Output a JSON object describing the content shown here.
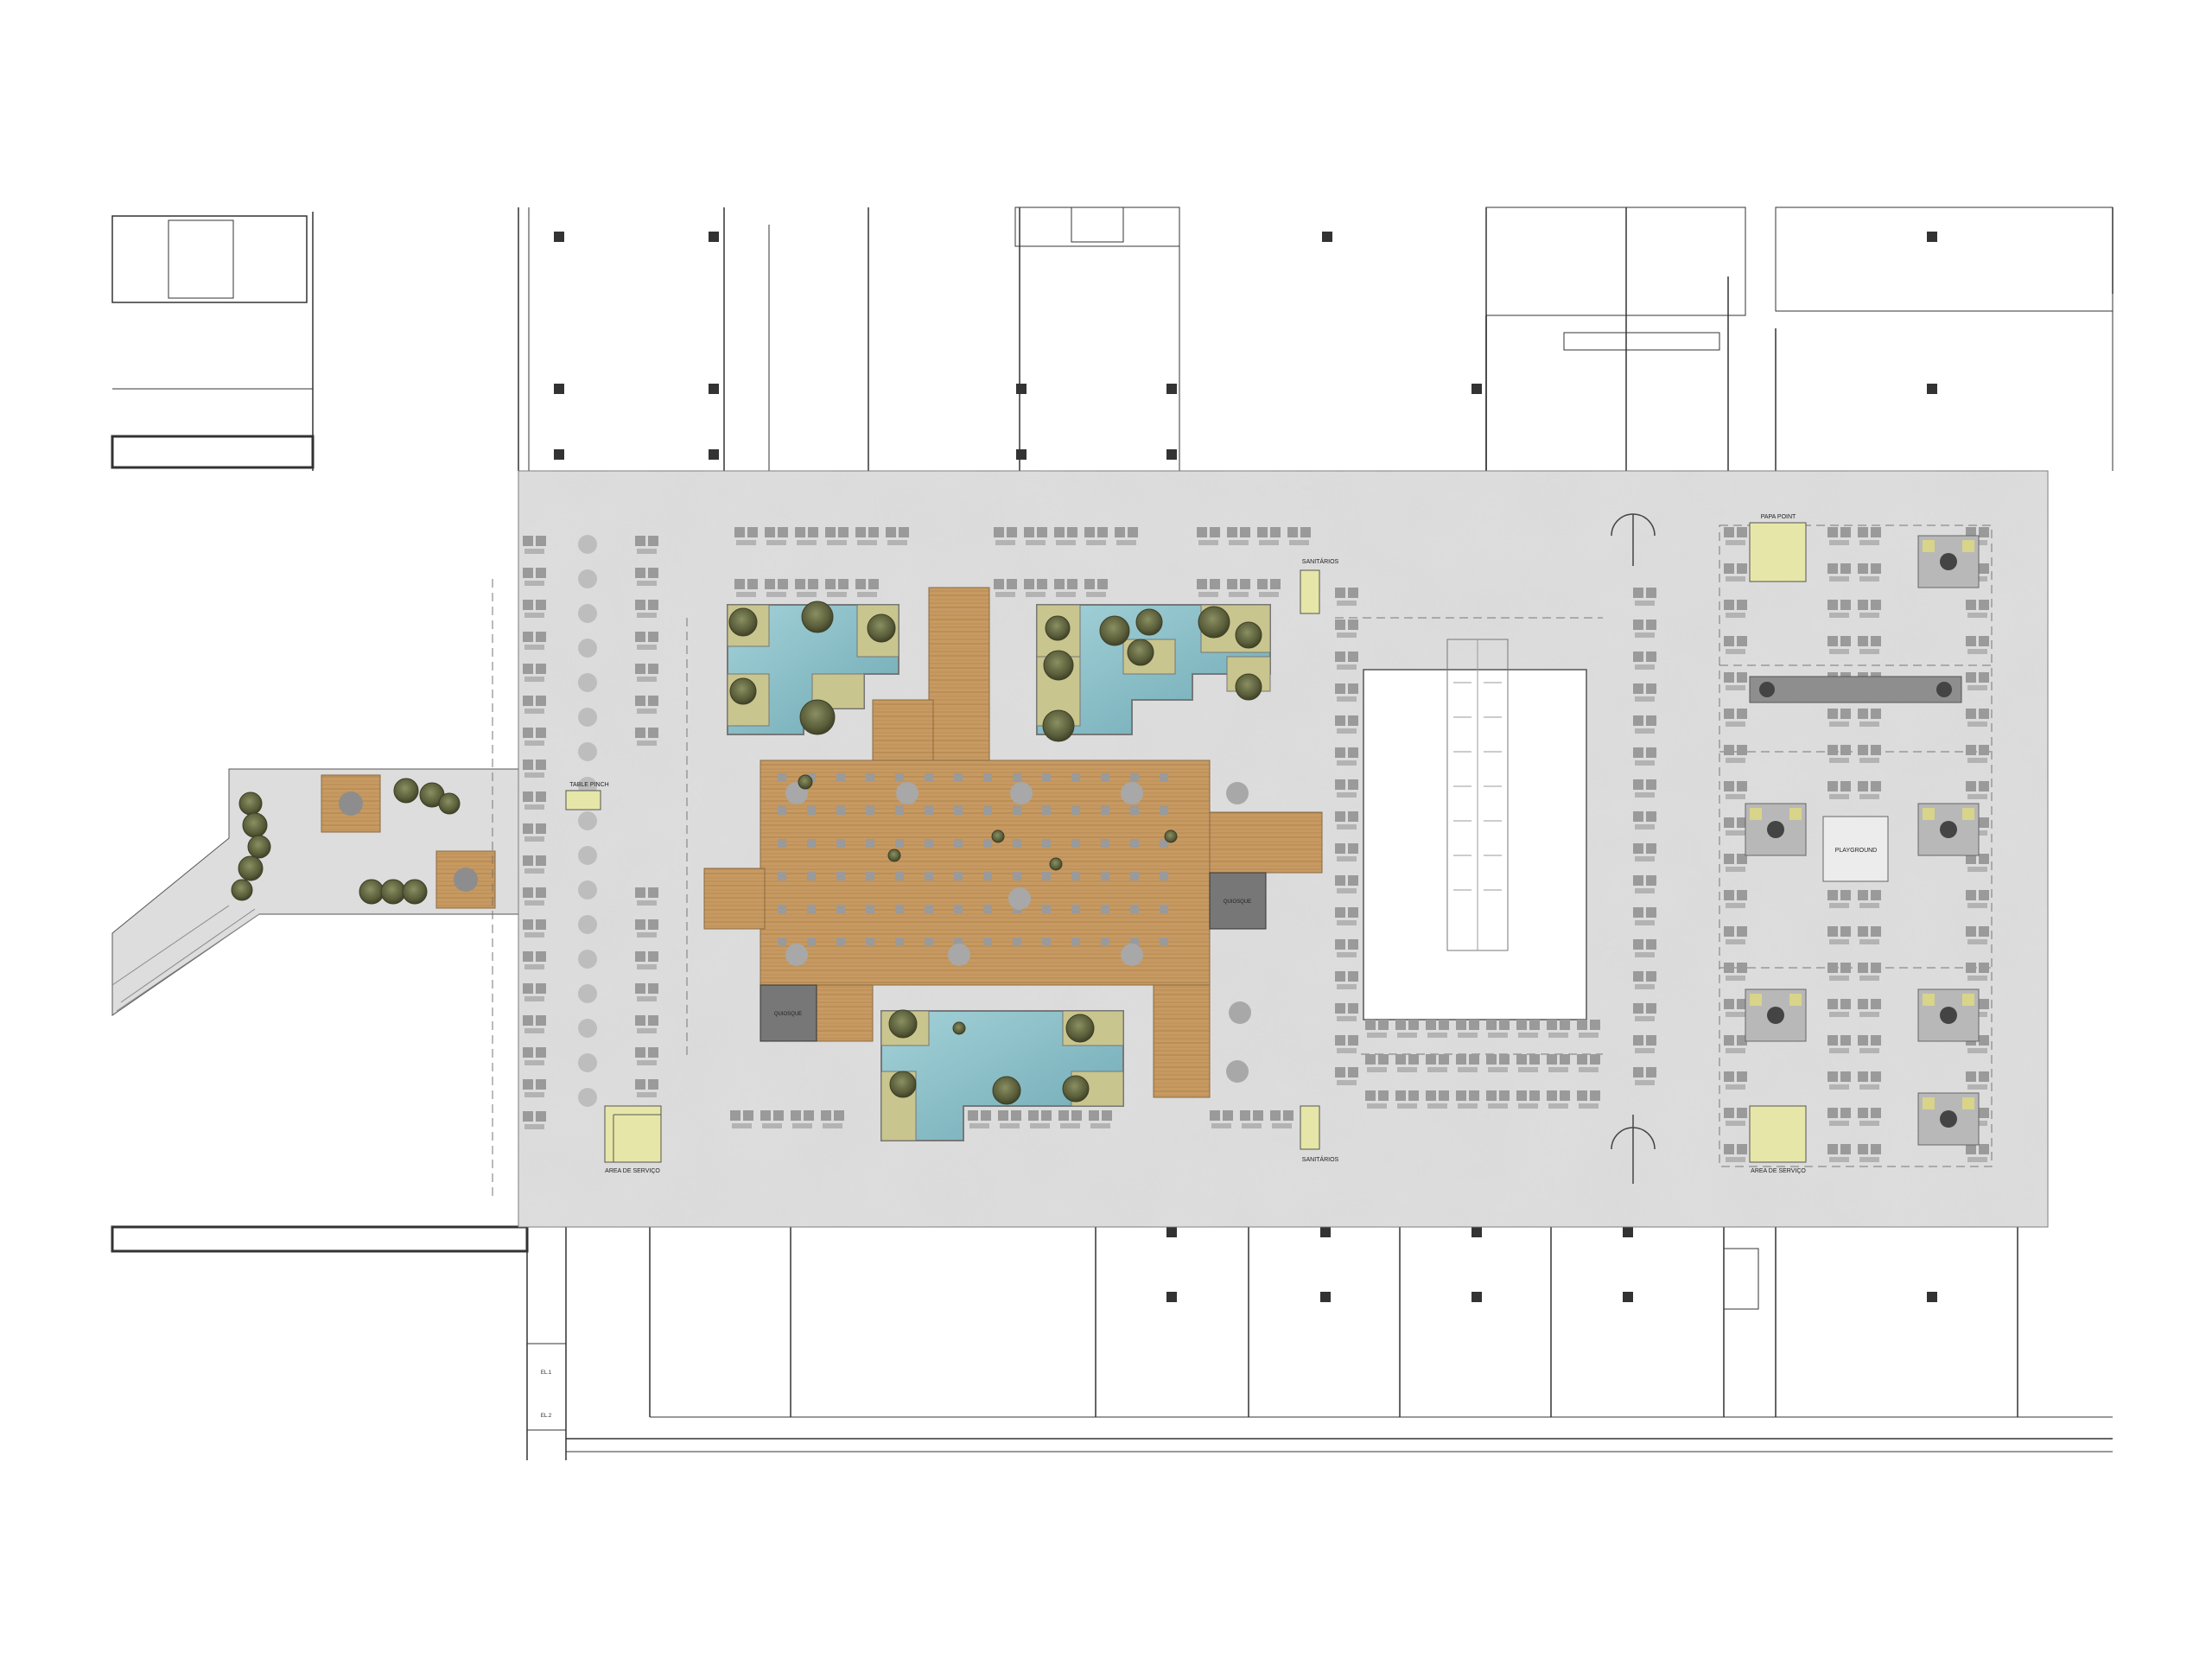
{
  "drawing": {
    "labels": {
      "table_pinch": "TABLE PINCH",
      "service_left": "AREA DE SERVIÇO",
      "service_right": "AREA DE SERVIÇO",
      "quiosque_1": "QUIOSQUE",
      "quiosque_2": "QUIOSQUE",
      "sanitarios_top": "SANITÁRIOS",
      "sanitarios_bottom": "SANITÁRIOS",
      "papa_point": "PAPA POINT",
      "playground": "PLAYGROUND",
      "elevator_1": "EL.1",
      "elevator_2": "EL.2"
    },
    "colors": {
      "floor": "#dcdcdc",
      "wood": "#c79a62",
      "water": "#8fc3cc",
      "tree": "#5f6440",
      "table": "#9a9a9a",
      "line": "#333333"
    },
    "icons": [
      "tree-icon",
      "table-icon",
      "door-swing-icon",
      "stair-icon",
      "escalator-icon"
    ]
  }
}
